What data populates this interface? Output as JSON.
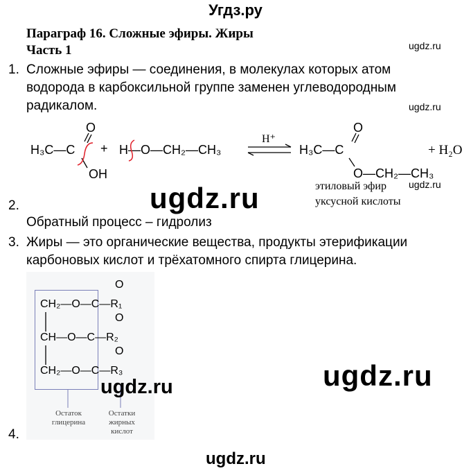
{
  "site_title": "Угдз.ру",
  "heading": {
    "line1": "Параграф 16. Сложные эфиры. Жиры",
    "line2": "Часть 1"
  },
  "items": [
    {
      "num": "1.",
      "lines": [
        "Сложные эфиры — соединения, в молекулах которых атом",
        "водорода в карбоксильной группе заменен углеводородным",
        "радикалом."
      ]
    },
    {
      "num": "2.",
      "lines": [
        "Обратный процесс – гидролиз"
      ]
    },
    {
      "num": "3.",
      "lines": [
        "Жиры — это органические вещества, продукты этерификации",
        "карбоновых кислот и трёхатомного спирта глицерина."
      ]
    },
    {
      "num": "4.",
      "lines": []
    }
  ],
  "reaction": {
    "acid_left": "H₃C—C",
    "acid_o": "O",
    "acid_oh": "OH",
    "plus": "+",
    "alcohol": "H—O—CH₂—CH₃",
    "catalyst": "H⁺",
    "product_left": "H₃C—C",
    "product_o": "O",
    "product_chain": "O—CH₂—CH₃",
    "water": "+ H₂O",
    "caption": [
      "этиловый эфир",
      "уксусной кислоты"
    ],
    "cut_color": "#e0202a"
  },
  "fat_formula": {
    "rows": [
      "CH₂—O—C—R₁",
      "CH—O—C—R₂",
      "CH₂—O—C—R₃"
    ],
    "oxygen": "O",
    "caption_glycerol": [
      "Остаток",
      "глицерина"
    ],
    "caption_acids": [
      "Остатки",
      "жирных",
      "кислот"
    ],
    "box_color": "#7a7fb8"
  },
  "watermarks": {
    "small": "ugdz.ru",
    "big": "ugdz.ru"
  }
}
